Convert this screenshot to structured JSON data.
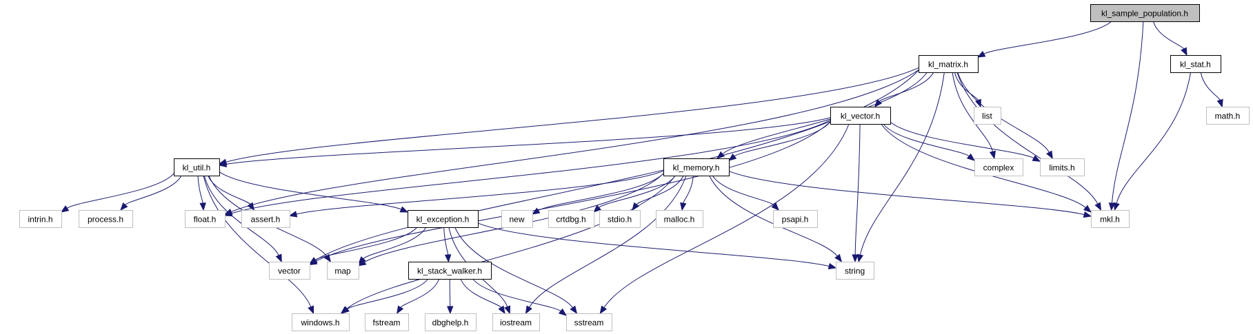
{
  "graph": {
    "title": "kl_sample_population.h include dependency graph",
    "colors": {
      "edge": "#191970",
      "main_fill": "#bfbfbf",
      "local_border": "#000000",
      "system_border": "#bfbfbf"
    },
    "nodes": [
      {
        "id": "kl_sample_population",
        "label": "kl_sample_population.h",
        "kind": "main"
      },
      {
        "id": "kl_matrix",
        "label": "kl_matrix.h",
        "kind": "local"
      },
      {
        "id": "kl_stat",
        "label": "kl_stat.h",
        "kind": "local"
      },
      {
        "id": "list",
        "label": "list",
        "kind": "system"
      },
      {
        "id": "math",
        "label": "math.h",
        "kind": "system"
      },
      {
        "id": "kl_vector",
        "label": "kl_vector.h",
        "kind": "local"
      },
      {
        "id": "complex",
        "label": "complex",
        "kind": "system"
      },
      {
        "id": "limits",
        "label": "limits.h",
        "kind": "system"
      },
      {
        "id": "kl_util",
        "label": "kl_util.h",
        "kind": "local"
      },
      {
        "id": "kl_memory",
        "label": "kl_memory.h",
        "kind": "local"
      },
      {
        "id": "intrin",
        "label": "intrin.h",
        "kind": "system"
      },
      {
        "id": "process",
        "label": "process.h",
        "kind": "system"
      },
      {
        "id": "float",
        "label": "float.h",
        "kind": "system"
      },
      {
        "id": "assert",
        "label": "assert.h",
        "kind": "system"
      },
      {
        "id": "kl_exception",
        "label": "kl_exception.h",
        "kind": "local"
      },
      {
        "id": "new",
        "label": "new",
        "kind": "system"
      },
      {
        "id": "crtdbg",
        "label": "crtdbg.h",
        "kind": "system"
      },
      {
        "id": "stdio",
        "label": "stdio.h",
        "kind": "system"
      },
      {
        "id": "malloc",
        "label": "malloc.h",
        "kind": "system"
      },
      {
        "id": "psapi",
        "label": "psapi.h",
        "kind": "system"
      },
      {
        "id": "mkl",
        "label": "mkl.h",
        "kind": "system"
      },
      {
        "id": "vector",
        "label": "vector",
        "kind": "system"
      },
      {
        "id": "map",
        "label": "map",
        "kind": "system"
      },
      {
        "id": "kl_stack_walker",
        "label": "kl_stack_walker.h",
        "kind": "local"
      },
      {
        "id": "string",
        "label": "string",
        "kind": "system"
      },
      {
        "id": "windows",
        "label": "windows.h",
        "kind": "system"
      },
      {
        "id": "fstream",
        "label": "fstream",
        "kind": "system"
      },
      {
        "id": "dbghelp",
        "label": "dbghelp.h",
        "kind": "system"
      },
      {
        "id": "iostream",
        "label": "iostream",
        "kind": "system"
      },
      {
        "id": "sstream",
        "label": "sstream",
        "kind": "system"
      }
    ],
    "edges": [
      [
        "kl_sample_population",
        "kl_matrix"
      ],
      [
        "kl_sample_population",
        "mkl"
      ],
      [
        "kl_sample_population",
        "kl_stat"
      ],
      [
        "kl_stat",
        "math"
      ],
      [
        "kl_stat",
        "mkl"
      ],
      [
        "kl_matrix",
        "kl_util"
      ],
      [
        "kl_matrix",
        "vector"
      ],
      [
        "kl_matrix",
        "float"
      ],
      [
        "kl_matrix",
        "kl_memory"
      ],
      [
        "kl_matrix",
        "kl_vector"
      ],
      [
        "kl_matrix",
        "string"
      ],
      [
        "kl_matrix",
        "list"
      ],
      [
        "kl_matrix",
        "complex"
      ],
      [
        "kl_matrix",
        "limits"
      ],
      [
        "kl_matrix",
        "mkl"
      ],
      [
        "kl_vector",
        "kl_util"
      ],
      [
        "kl_vector",
        "float"
      ],
      [
        "kl_vector",
        "vector"
      ],
      [
        "kl_vector",
        "kl_memory"
      ],
      [
        "kl_vector",
        "string"
      ],
      [
        "kl_vector",
        "sstream"
      ],
      [
        "kl_vector",
        "complex"
      ],
      [
        "kl_vector",
        "limits"
      ],
      [
        "kl_vector",
        "mkl"
      ],
      [
        "kl_util",
        "intrin"
      ],
      [
        "kl_util",
        "process"
      ],
      [
        "kl_util",
        "float"
      ],
      [
        "kl_util",
        "assert"
      ],
      [
        "kl_util",
        "kl_exception"
      ],
      [
        "kl_util",
        "map"
      ],
      [
        "kl_util",
        "vector"
      ],
      [
        "kl_util",
        "windows"
      ],
      [
        "kl_memory",
        "assert"
      ],
      [
        "kl_memory",
        "map"
      ],
      [
        "kl_memory",
        "windows"
      ],
      [
        "kl_memory",
        "new"
      ],
      [
        "kl_memory",
        "crtdbg"
      ],
      [
        "kl_memory",
        "stdio"
      ],
      [
        "kl_memory",
        "malloc"
      ],
      [
        "kl_memory",
        "psapi"
      ],
      [
        "kl_memory",
        "string"
      ],
      [
        "kl_memory",
        "iostream"
      ],
      [
        "kl_memory",
        "mkl"
      ],
      [
        "kl_exception",
        "vector"
      ],
      [
        "kl_exception",
        "map"
      ],
      [
        "kl_exception",
        "kl_stack_walker"
      ],
      [
        "kl_exception",
        "iostream"
      ],
      [
        "kl_exception",
        "sstream"
      ],
      [
        "kl_exception",
        "string"
      ],
      [
        "kl_stack_walker",
        "windows"
      ],
      [
        "kl_stack_walker",
        "fstream"
      ],
      [
        "kl_stack_walker",
        "dbghelp"
      ],
      [
        "kl_stack_walker",
        "iostream"
      ],
      [
        "kl_stack_walker",
        "sstream"
      ]
    ]
  }
}
